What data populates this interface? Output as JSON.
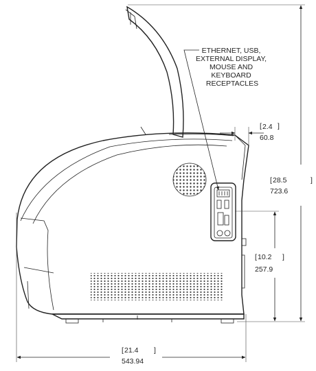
{
  "callout": {
    "lines": [
      "ETHERNET, USB,",
      "EXTERNAL DISPLAY,",
      "MOUSE AND",
      "KEYBOARD",
      "RECEPTACLES"
    ]
  },
  "dimensions": {
    "lid_offset": {
      "inches": "2.4",
      "mm": "60.8"
    },
    "total_height": {
      "inches": "28.5",
      "mm": "723.6"
    },
    "port_height": {
      "inches": "10.2",
      "mm": "257.9"
    },
    "total_depth": {
      "inches": "21.4",
      "mm": "543.94"
    }
  }
}
